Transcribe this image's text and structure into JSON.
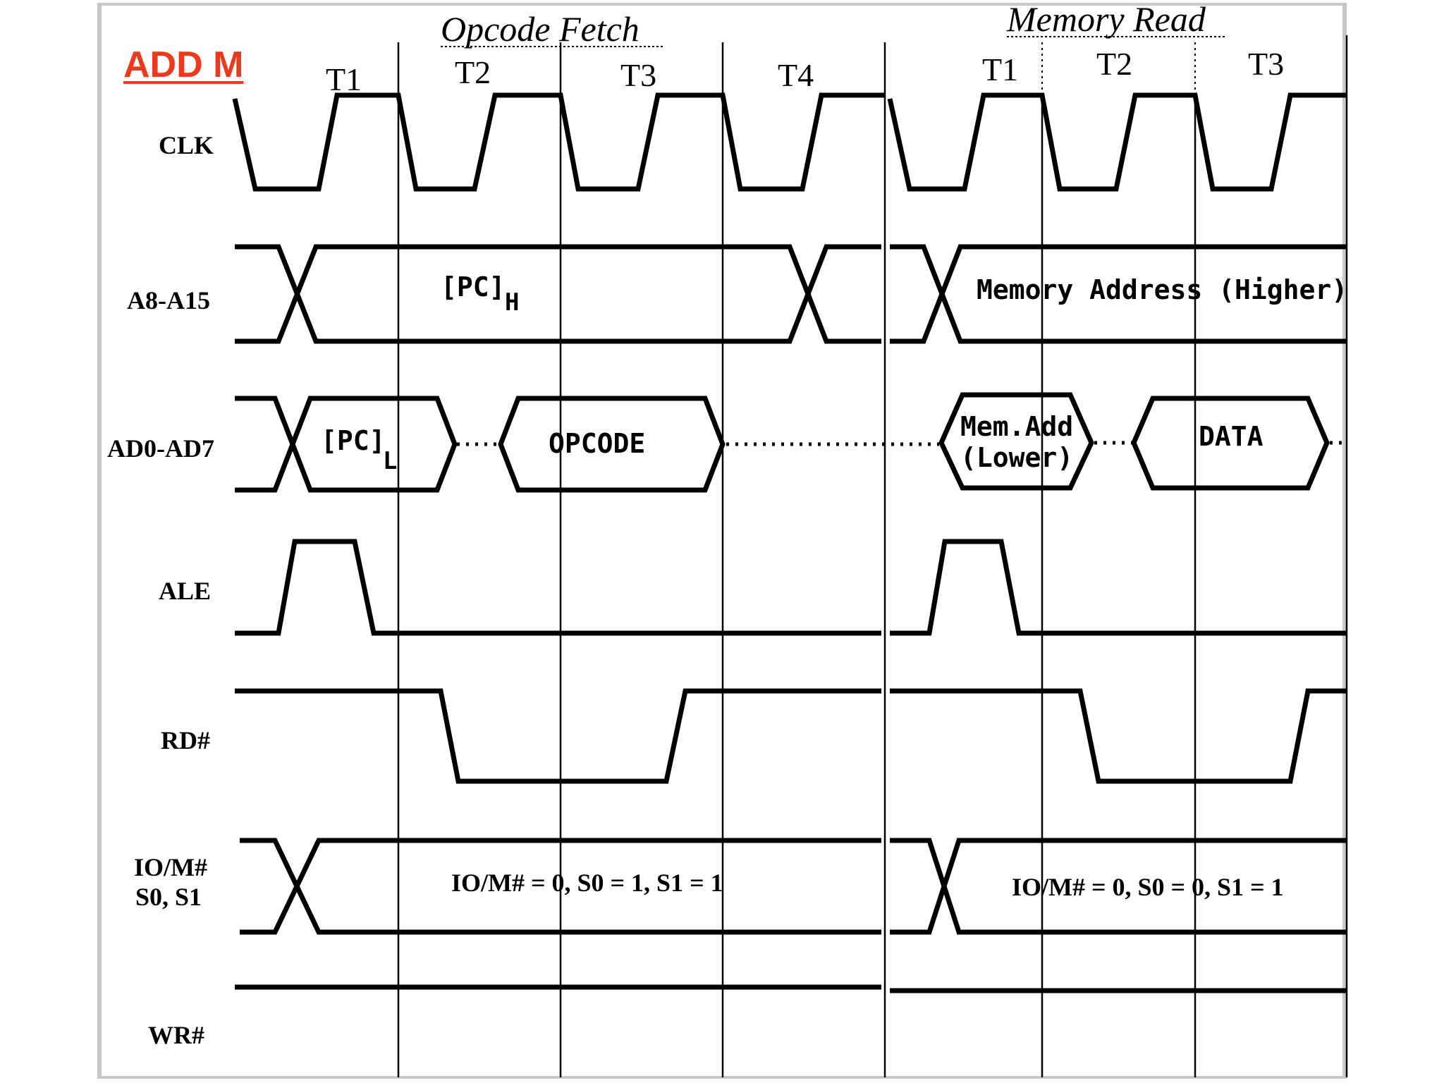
{
  "title": "ADD M",
  "machine_cycles": {
    "opcode_fetch": "Opcode Fetch",
    "memory_read": "Memory Read"
  },
  "states": {
    "of_t1": "T1",
    "of_t2": "T2",
    "of_t3": "T3",
    "of_t4": "T4",
    "mr_t1": "T1",
    "mr_t2": "T2",
    "mr_t3": "T3"
  },
  "signals": {
    "clk": "CLK",
    "a8_a15": "A8-A15",
    "ad0_ad7": "AD0-AD7",
    "ale": "ALE",
    "rd": "RD#",
    "io_m_line1": "IO/M#",
    "io_m_line2": "S0, S1",
    "wr": "WR#"
  },
  "bus_values": {
    "pc_high": "[PC]",
    "pc_high_sub": "H",
    "pc_low": "[PC]",
    "pc_low_sub": "L",
    "opcode": "OPCODE",
    "mem_addr_higher": "Memory Address (Higher)",
    "mem_add_lower_line1": "Mem.Add",
    "mem_add_lower_line2": "(Lower)",
    "data": "DATA"
  },
  "status": {
    "opcode_fetch": "IO/M# = 0, S0 = 1, S1 = 1",
    "memory_read": "IO/M# = 0, S0 = 0, S1 = 1"
  },
  "colors": {
    "title": "#ee3a1c",
    "frame": "#c8c8c8",
    "signal": "#000000"
  }
}
